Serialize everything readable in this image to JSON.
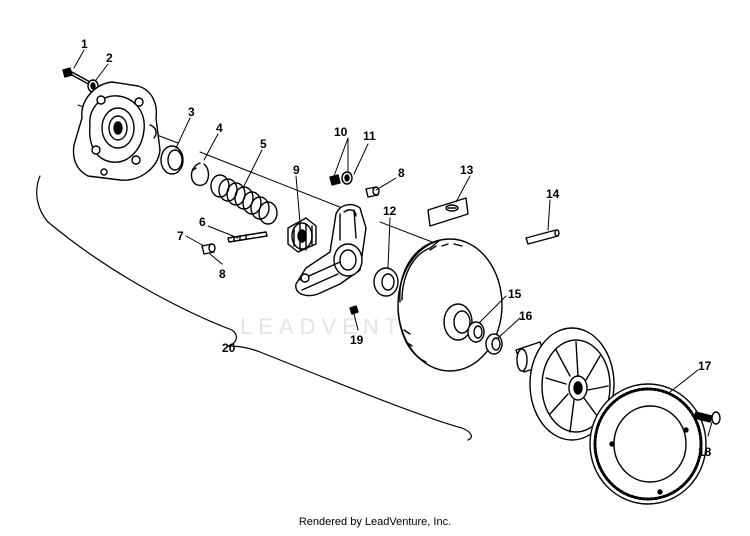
{
  "callouts": {
    "c1": "1",
    "c2": "2",
    "c3": "3",
    "c4": "4",
    "c5": "5",
    "c6": "6",
    "c7": "7",
    "c8a": "8",
    "c8b": "8",
    "c9": "9",
    "c10": "10",
    "c11": "11",
    "c12": "12",
    "c13": "13",
    "c14": "14",
    "c15": "15",
    "c16": "16",
    "c17": "17",
    "c18": "18",
    "c19": "19",
    "c20": "20"
  },
  "watermark": "LEADVENTURE",
  "footer": "Rendered by LeadVenture, Inc."
}
